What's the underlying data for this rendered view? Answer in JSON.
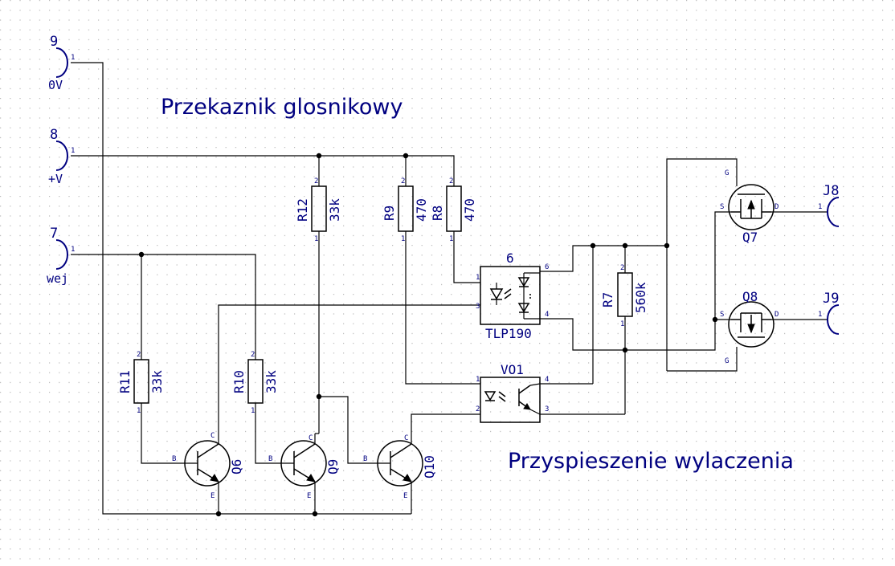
{
  "titles": {
    "relay": "Przekaznik glosnikowy",
    "speedup": "Przyspieszenie wylaczenia"
  },
  "connectors": {
    "j9_left": {
      "ref": "9",
      "label": "0V"
    },
    "j8_left": {
      "ref": "8",
      "label": "+V"
    },
    "j7": {
      "ref": "7",
      "label": "wej"
    },
    "J8": {
      "ref": "J8"
    },
    "J9": {
      "ref": "J9"
    }
  },
  "resistors": {
    "R12": {
      "ref": "R12",
      "value": "33k"
    },
    "R9": {
      "ref": "R9",
      "value": "470"
    },
    "R8": {
      "ref": "R8",
      "value": "470"
    },
    "R11": {
      "ref": "R11",
      "value": "33k"
    },
    "R10": {
      "ref": "R10",
      "value": "33k"
    },
    "R7": {
      "ref": "R7",
      "value": "560k"
    }
  },
  "transistors": {
    "Q6": {
      "ref": "Q6"
    },
    "Q9": {
      "ref": "Q9"
    },
    "Q10": {
      "ref": "Q10"
    },
    "Q7": {
      "ref": "Q7"
    },
    "Q8": {
      "ref": "Q8"
    }
  },
  "optos": {
    "U6": {
      "ref": "6",
      "part": "TLP190"
    },
    "VO1": {
      "ref": "VO1"
    }
  },
  "pins": {
    "p1": "1",
    "p2": "2",
    "p3": "3",
    "p4": "4",
    "p6": "6",
    "b": "B",
    "c": "C",
    "e": "E",
    "g": "G",
    "s": "S",
    "d": "D"
  }
}
